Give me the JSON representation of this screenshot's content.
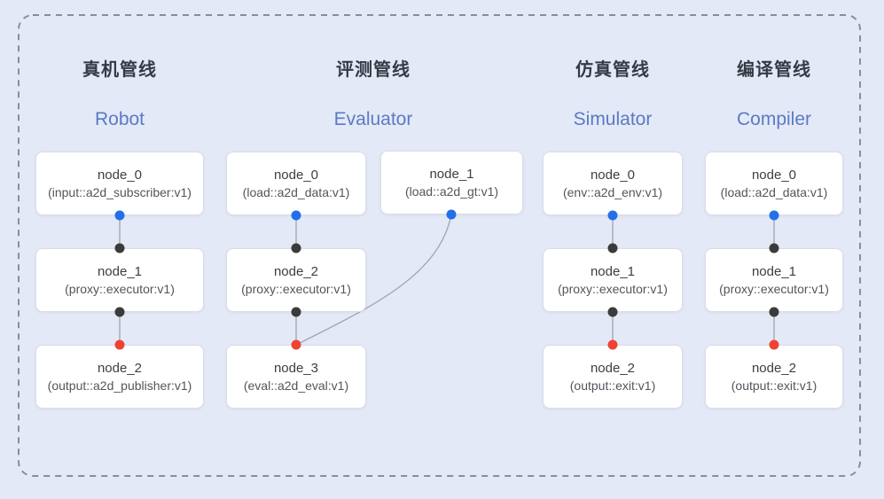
{
  "diagram": {
    "pipelines": [
      {
        "title_zh": "真机管线",
        "title_en": "Robot",
        "nodes": [
          {
            "name": "node_0",
            "type": "(input::a2d_subscriber:v1)",
            "port_bottom": "blue"
          },
          {
            "name": "node_1",
            "type": "(proxy::executor:v1)",
            "port_top": "black",
            "port_bottom": "black"
          },
          {
            "name": "node_2",
            "type": "(output::a2d_publisher:v1)",
            "port_top": "red"
          }
        ]
      },
      {
        "title_zh": "评测管线",
        "title_en": "Evaluator",
        "nodes": [
          {
            "name": "node_0",
            "type": "(load::a2d_data:v1)",
            "port_bottom": "blue"
          },
          {
            "name": "node_1",
            "type": "(load::a2d_gt:v1)",
            "port_bottom": "blue"
          },
          {
            "name": "node_2",
            "type": "(proxy::executor:v1)",
            "port_top": "black",
            "port_bottom": "black"
          },
          {
            "name": "node_3",
            "type": "(eval::a2d_eval:v1)",
            "port_top": "red"
          }
        ]
      },
      {
        "title_zh": "仿真管线",
        "title_en": "Simulator",
        "nodes": [
          {
            "name": "node_0",
            "type": "(env::a2d_env:v1)",
            "port_bottom": "blue"
          },
          {
            "name": "node_1",
            "type": "(proxy::executor:v1)",
            "port_top": "black",
            "port_bottom": "black"
          },
          {
            "name": "node_2",
            "type": "(output::exit:v1)",
            "port_top": "red"
          }
        ]
      },
      {
        "title_zh": "编译管线",
        "title_en": "Compiler",
        "nodes": [
          {
            "name": "node_0",
            "type": "(load::a2d_data:v1)",
            "port_bottom": "blue"
          },
          {
            "name": "node_1",
            "type": "(proxy::executor:v1)",
            "port_top": "black",
            "port_bottom": "black"
          },
          {
            "name": "node_2",
            "type": "(output::exit:v1)",
            "port_top": "red"
          }
        ]
      }
    ],
    "edges": [
      {
        "from": "Robot/node_0",
        "to": "Robot/node_1"
      },
      {
        "from": "Robot/node_1",
        "to": "Robot/node_2"
      },
      {
        "from": "Evaluator/node_0",
        "to": "Evaluator/node_2"
      },
      {
        "from": "Evaluator/node_1",
        "to": "Evaluator/node_3"
      },
      {
        "from": "Evaluator/node_2",
        "to": "Evaluator/node_3"
      },
      {
        "from": "Simulator/node_0",
        "to": "Simulator/node_1"
      },
      {
        "from": "Simulator/node_1",
        "to": "Simulator/node_2"
      },
      {
        "from": "Compiler/node_0",
        "to": "Compiler/node_1"
      },
      {
        "from": "Compiler/node_1",
        "to": "Compiler/node_2"
      }
    ],
    "colors": {
      "background": "#e3e9f6",
      "dashed_border": "#898f99",
      "node_background": "#ffffff",
      "node_border": "#d9dde5",
      "edge": "#9fa5b0",
      "title_zh": "#363a44",
      "title_en": "#5b7ac5",
      "port_output_blue": "#226fe8",
      "port_input_black": "#3b3b3b",
      "port_input_red": "#ee4331"
    }
  }
}
